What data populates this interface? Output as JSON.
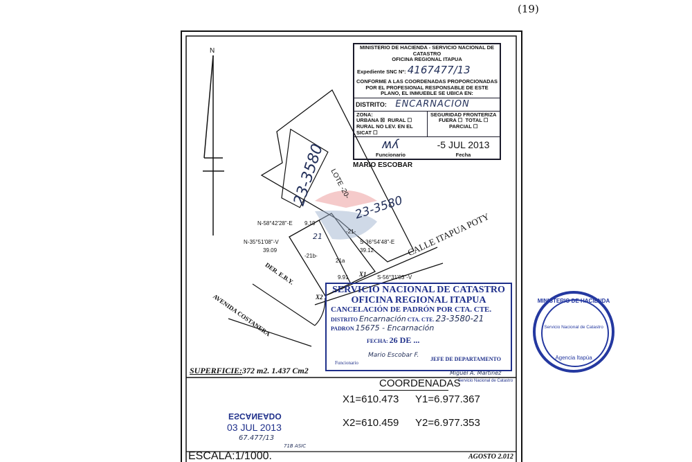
{
  "page_number": "(19)",
  "north_label": "N",
  "catastro_stamp": {
    "header": "MINISTERIO DE HACIENDA - SERVICIO NACIONAL DE CATASTRO",
    "office": "OFICINA REGIONAL ITAPUA",
    "expediente_label": "Expediente SNC Nº:",
    "expediente_value": "4167477/13",
    "conformity_text": "CONFORME A LAS COORDENADAS PROPORCIONADAS POR EL PROFESIONAL RESPONSABLE DE ESTE PLANO, EL INMUEBLE SE UBICA EN:",
    "distrito_label": "DISTRITO:",
    "distrito_value": "ENCARNACION",
    "zona_label": "ZONA:",
    "urbana_label": "URBANA",
    "rural_label": "RURAL",
    "rural_nolev_label": "RURAL NO LEV. EN EL SICAT",
    "seguridad_label": "SEGURIDAD FRONTERIZA",
    "fuera_label": "FUERA",
    "total_label": "TOTAL",
    "parcial_label": "PARCIAL",
    "funcionario_label": "Funcionario",
    "fecha_label": "Fecha",
    "fecha_value": "-5 JUL 2013",
    "official_name": "MARIO ESCOBAR"
  },
  "plan": {
    "lot_handwritten": "23-3580",
    "lote_label": "LOTE -20-",
    "lot_handwritten_2": "23-3580",
    "bearing_top": "N-58°42'28\"-E",
    "dist_top": "9.19",
    "parcel_21": "-21-",
    "bearing_right": "S-36°54'48\"-E",
    "dist_right": "39.12",
    "label_21a": "21a",
    "bearing_left": "N-35°51'08\"-V",
    "dist_left": "39.09",
    "label_21b": "-21b-",
    "parcel_hand": "21",
    "dist_bottom": "9.91",
    "bearing_bottom": "S-56°31'03\"-V",
    "x1_label": "X1",
    "x2_label": "X2",
    "street_1": "CALLE ITAPUA POTY",
    "street_2": "DER. E.B.Y.",
    "street_3": "AVENIDA COSTANERA"
  },
  "cancel_stamp": {
    "line1": "SERVICIO NACIONAL DE CATASTRO",
    "line2": "OFICINA REGIONAL ITAPUA",
    "line3": "CANCELACIÓN DE PADRÓN POR CTA. CTE.",
    "distrito_label": "DISTRITO",
    "distrito_value": "Encarnación",
    "cta_label": "CTA. CTE.",
    "cta_value": "23-3580-21",
    "padron_label": "PADRON",
    "padron_value": "15675 - Encarnación",
    "fecha_label": "FECHA:",
    "fecha_value": "26 DE ...",
    "signer_1": "Mario Escobar F.",
    "signer_1_title": "Funcionario",
    "jefe_label": "JEFE DE DEPARTAMENTO",
    "signer_2": "Miguel A. Martínez",
    "signer_2_org": "Servicio Nacional de Catastro"
  },
  "seal": {
    "outer_text": "MINISTERIO DE HACIENDA",
    "inner_text": "Servicio Nacional de Catastro",
    "bottom_text": "Agencia Itapúa"
  },
  "superficie_label": "SUPERFICIE:",
  "superficie_value": "372 m2. 1.437 Cm2",
  "coordinates": {
    "title": "COORDENADAS",
    "x1": "X1=610.473",
    "y1": "Y1=6.977.367",
    "x2": "X2=610.459",
    "y2": "Y2=6.977.353"
  },
  "scan_stamp": {
    "label": "ESCANEADO",
    "date": "03 JUL 2013",
    "ref": "67.477/13",
    "initials": "71B ASIC"
  },
  "escala": "ESCALA:1/1000.",
  "date_footer": "AGOSTO 2.012"
}
